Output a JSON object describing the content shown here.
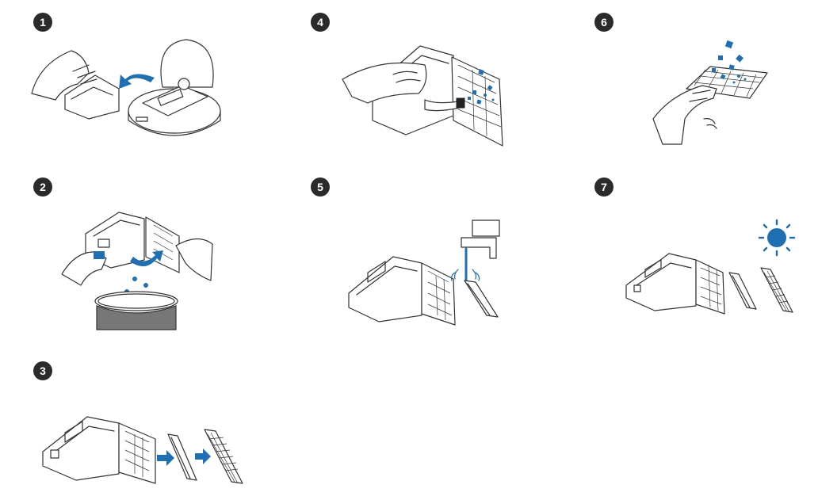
{
  "colors": {
    "accent": "#1f6fb5",
    "badge": "#2b2b2b",
    "line": "#333333"
  },
  "steps": [
    {
      "number": "1"
    },
    {
      "number": "2"
    },
    {
      "number": "3"
    },
    {
      "number": "4"
    },
    {
      "number": "5"
    },
    {
      "number": "6"
    },
    {
      "number": "7"
    }
  ]
}
